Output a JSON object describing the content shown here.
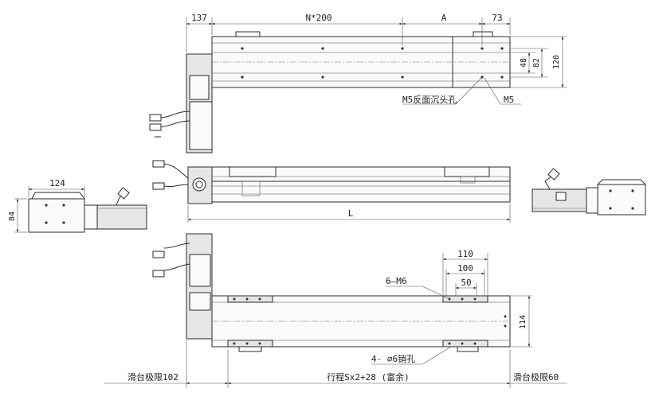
{
  "top_view": {
    "dim_137": "137",
    "dim_n200": "N*200",
    "dim_a": "A",
    "dim_73": "73",
    "dim_48": "48",
    "dim_82": "82",
    "dim_120": "120",
    "label_m5_back": "M5反面沉头孔",
    "label_m5": "M5"
  },
  "front_view": {
    "dim_l": "L"
  },
  "left_view": {
    "dim_124": "124",
    "dim_84": "84"
  },
  "bottom_view": {
    "dim_110": "110",
    "dim_100": "100",
    "dim_50": "50",
    "label_6m6": "6—M6",
    "dim_114": "114",
    "label_pin": "4- ∅6销孔",
    "label_limit_left": "滑台极限102",
    "label_stroke": "行程Sx2+28 (富余)",
    "label_limit_right": "滑台极限60"
  }
}
